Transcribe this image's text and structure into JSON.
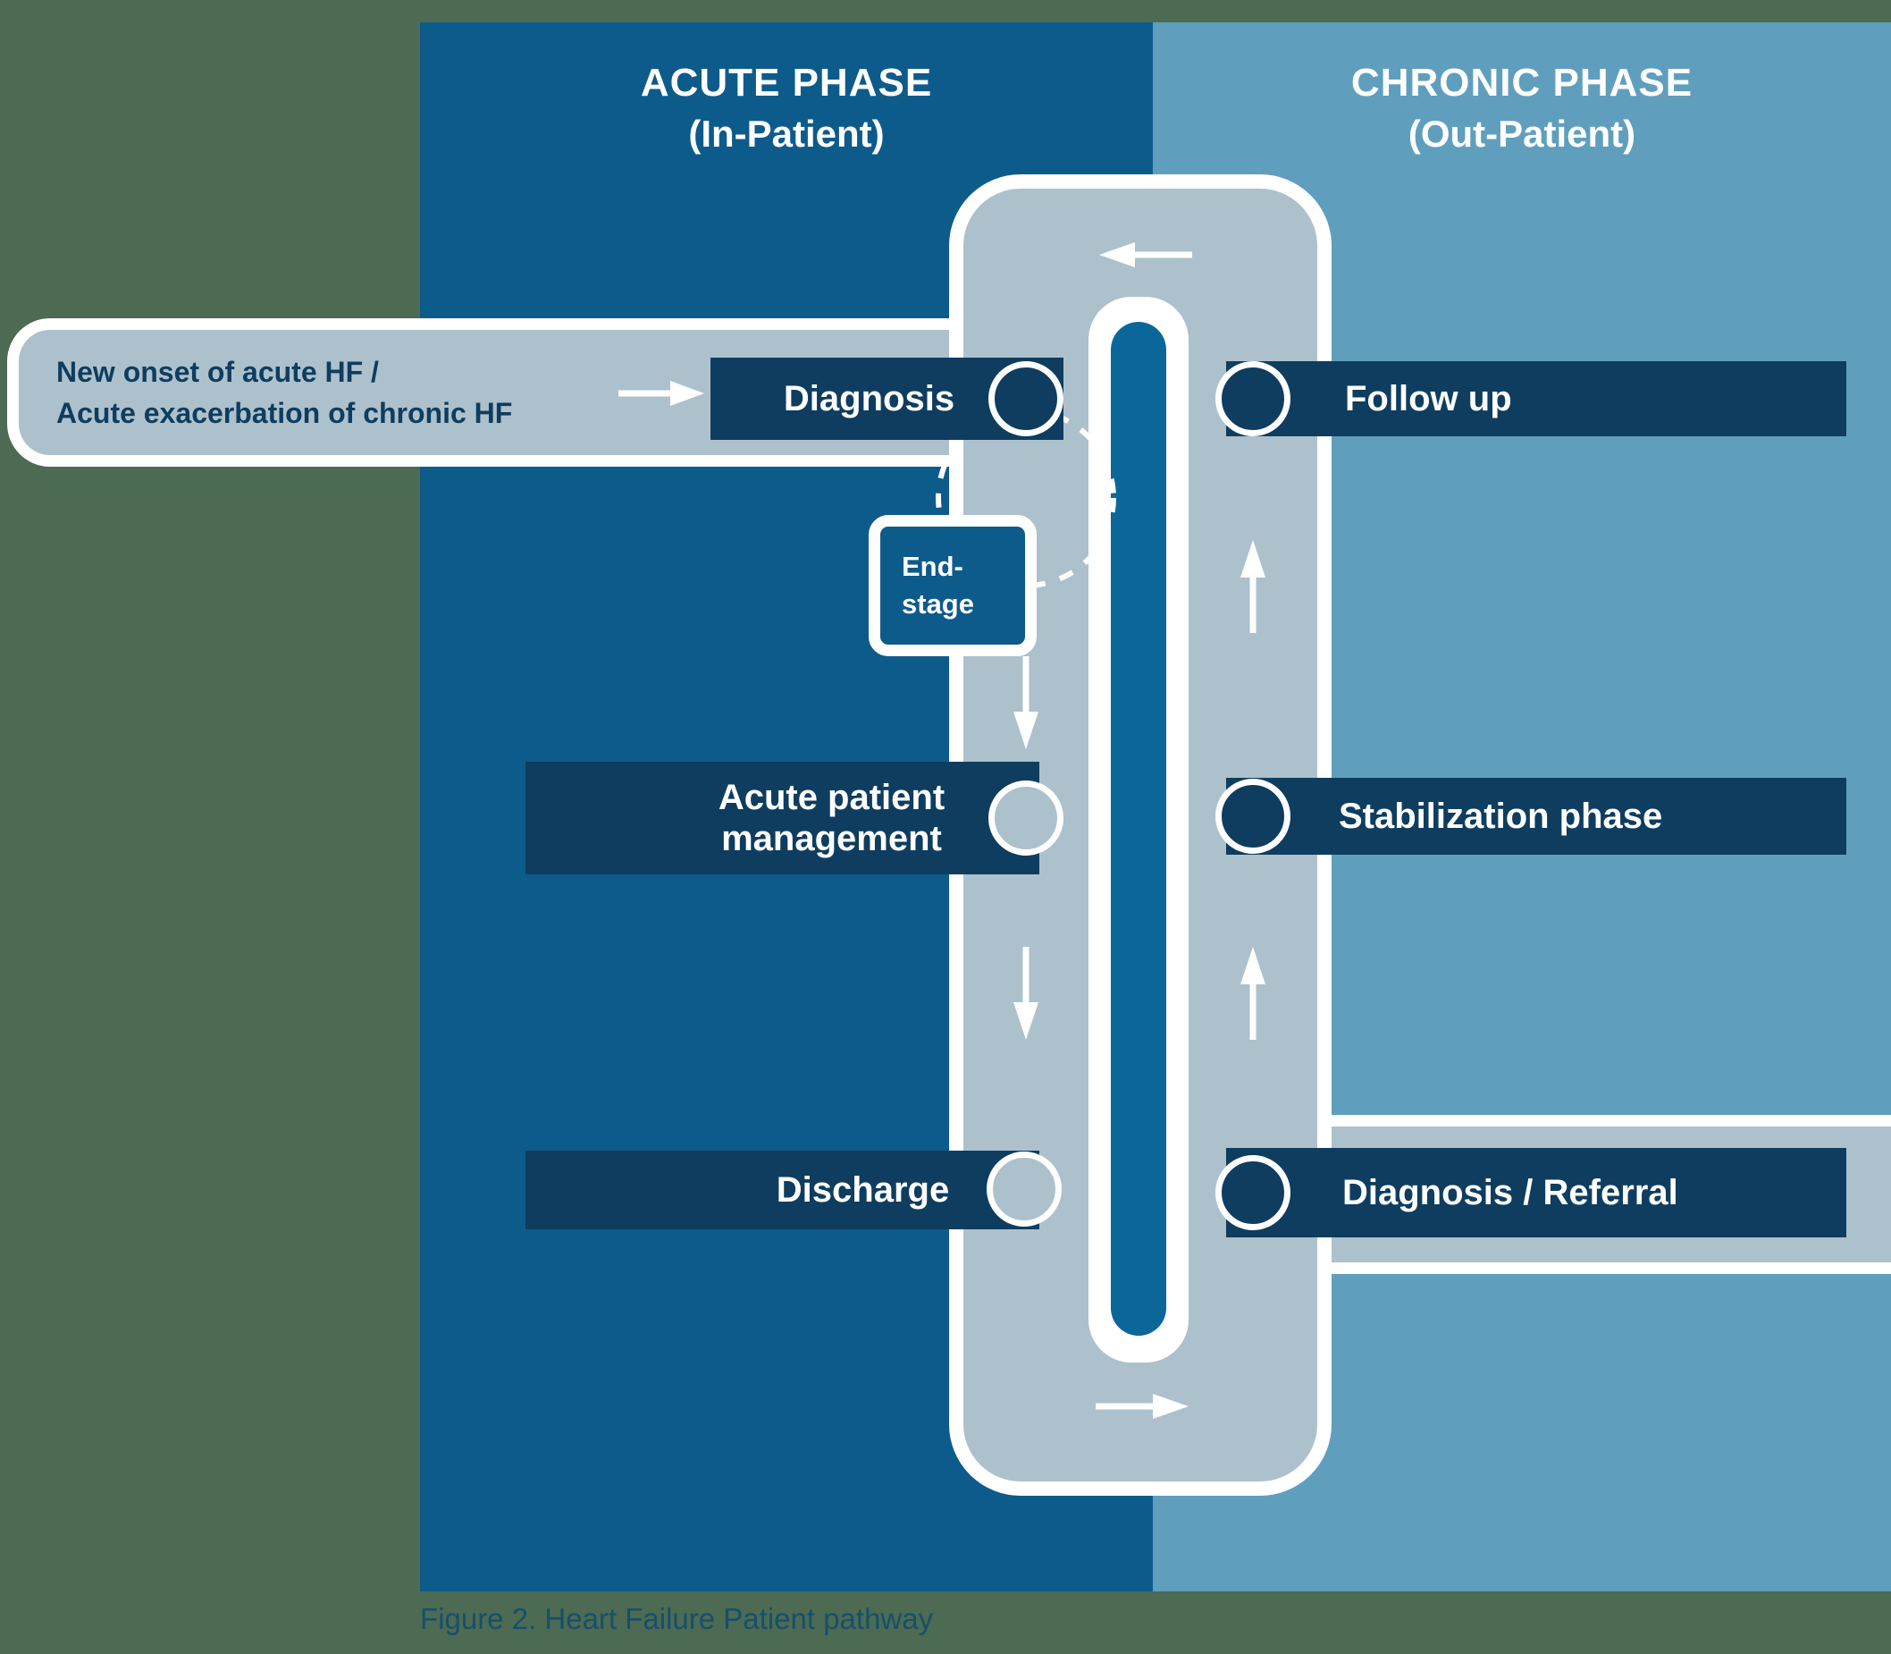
{
  "colors": {
    "background_green": "#4d6a53",
    "acute_panel": "#0d5b8b",
    "chronic_panel": "#5f9fbd",
    "node_navy": "#0e3d5f",
    "loop_gray": "#adc1cc",
    "pill_blue": "#0b679a",
    "caption_text": "#15506b",
    "white": "#ffffff"
  },
  "headers": {
    "acute": {
      "title": "ACUTE PHASE",
      "subtitle": "(In-Patient)"
    },
    "chronic": {
      "title": "CHRONIC PHASE",
      "subtitle": "(Out-Patient)"
    }
  },
  "callout": {
    "line1": "New onset of acute HF /",
    "line2": "Acute exacerbation of chronic HF"
  },
  "nodes": {
    "diagnosis": {
      "label": "Diagnosis"
    },
    "follow_up": {
      "label": "Follow up"
    },
    "acute_management": {
      "label_line1": "Acute patient",
      "label_line2": "management"
    },
    "stabilization": {
      "label": "Stabilization phase"
    },
    "discharge": {
      "label": "Discharge"
    },
    "diagnosis_referral": {
      "label": "Diagnosis / Referral"
    },
    "end_stage": {
      "label_line1": "End-",
      "label_line2": "stage"
    }
  },
  "caption": "Figure 2. Heart Failure Patient pathway"
}
